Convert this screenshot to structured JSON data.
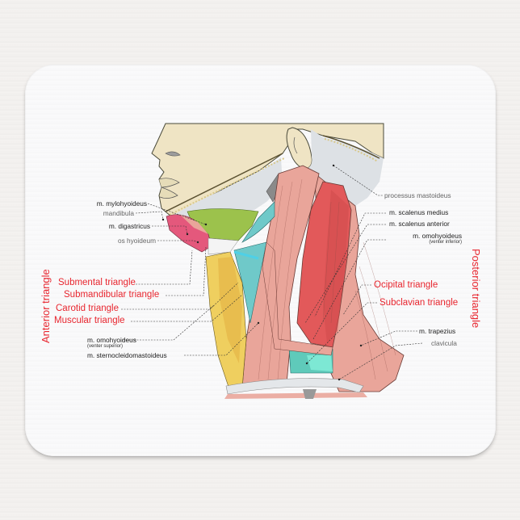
{
  "product": "mousepad",
  "colors": {
    "triangle_label": "#e8262f",
    "muscle_pink": "#e9a59a",
    "scalene_red": "#e2595a",
    "hyoid_green": "#9cc24c",
    "digastric_pink": "#e4587c",
    "infrahyoid_yellow": "#efcf5f",
    "carotid_teal": "#6fc9c9",
    "bone_gray": "#dde1e5",
    "skin": "#efe4c4"
  },
  "left_labels": {
    "mylohyoideus": "m. mylohyoideus",
    "mandibula": "mandibula",
    "digastricus": "m. digastricus",
    "os_hyoideum": "os hyoideum",
    "omohyoideus": "m. omohyoideus",
    "omohyoideus_sub": "(venter superior)",
    "sternocleidomastoideus": "m. sternocleidomastoideus"
  },
  "left_triangles": {
    "submental": "Submental triangle",
    "submandibular": "Submandibular triangle",
    "carotid": "Carotid triangle",
    "muscular": "Muscular triangle",
    "group": "Anterior triangle"
  },
  "right_labels": {
    "processus_mastoideus": "processus mastoideus",
    "scalenus_medius": "m. scalenus medius",
    "scalenus_anterior": "m. scalenus anterior",
    "omohyoideus": "m. omohyoideus",
    "omohyoideus_sub": "(venter inferior)",
    "trapezius": "m. trapezius",
    "clavicula": "clavicula"
  },
  "right_triangles": {
    "occipital": "Ocipital triangle",
    "subclavian": "Subclavian triangle",
    "group": "Posterior triangle"
  }
}
